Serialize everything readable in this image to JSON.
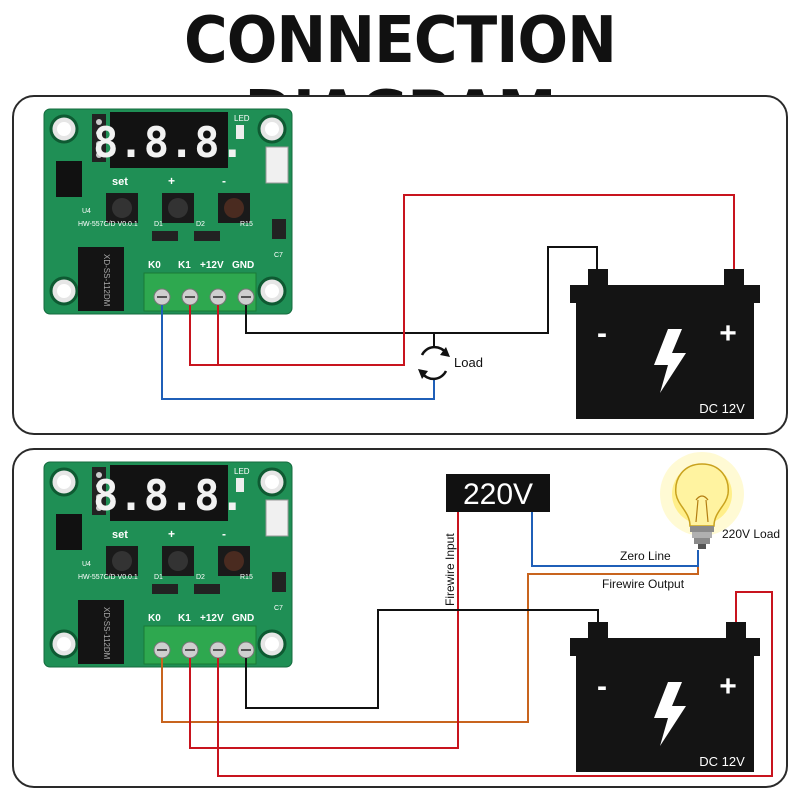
{
  "title": "CONNECTION DIAGRAM",
  "board": {
    "display": "8.8.8.",
    "led_label": "LED",
    "set_label": "set",
    "plus_label": "+",
    "minus_label": "-",
    "model": "HW-557C/D V0.0.1",
    "relay_text": "XD-SS-112DM",
    "d1_label": "D1",
    "d2_label": "D2",
    "r15_label": "R15",
    "u4_label": "U4",
    "c7_label": "C7",
    "terminals": [
      "K0",
      "K1",
      "+12V",
      "GND"
    ]
  },
  "panel1": {
    "load_label": "Load",
    "battery_label": "DC 12V",
    "neg": "-",
    "pos": "+"
  },
  "panel2": {
    "voltage_label": "220V",
    "firewire_input": "Firewire Input",
    "zero_line": "Zero Line",
    "firewire_output": "Firewire Output",
    "load_label": "220V Load",
    "battery_label": "DC 12V",
    "neg": "-",
    "pos": "+"
  },
  "colors": {
    "pcb": "#1f8f55",
    "terminal": "#2ea84f",
    "battery": "#141414",
    "wire_red": "#c8141e",
    "wire_black": "#111111",
    "wire_blue": "#1f5fb8",
    "wire_orange": "#c8641e"
  }
}
